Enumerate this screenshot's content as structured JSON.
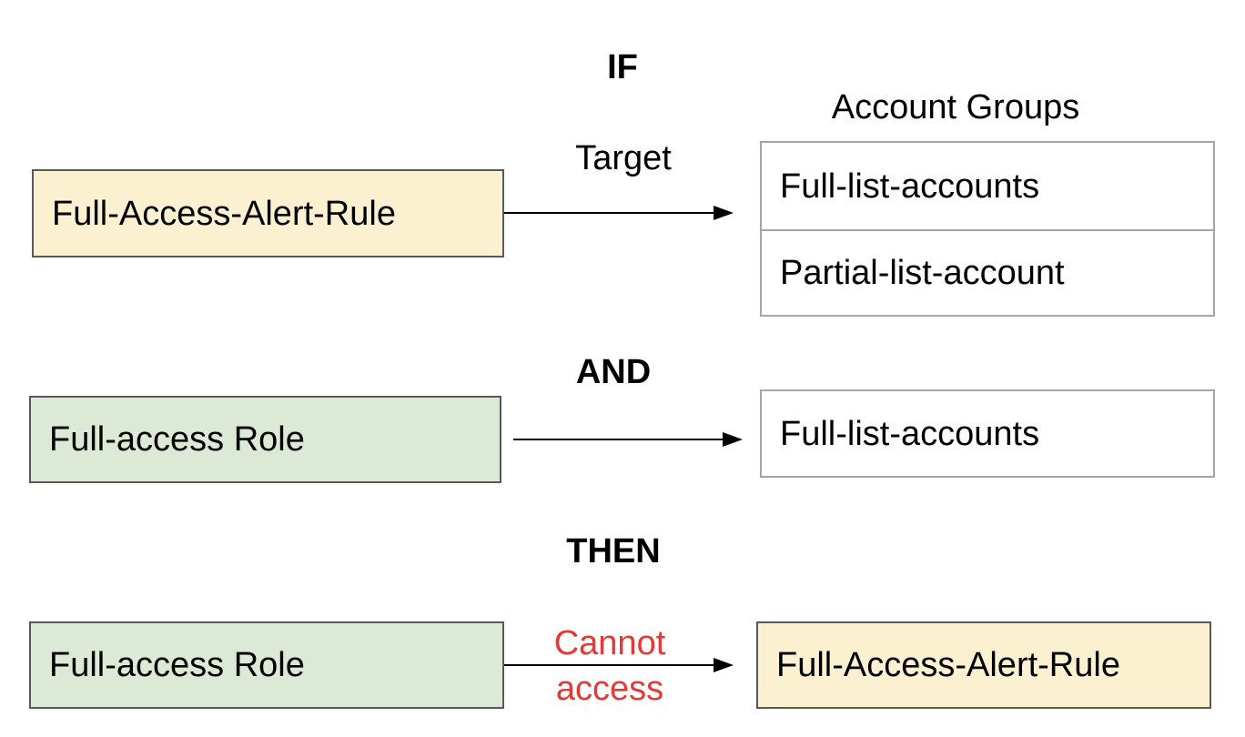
{
  "headings": {
    "if": "IF",
    "and": "AND",
    "then": "THEN"
  },
  "account_groups_title": "Account Groups",
  "row1": {
    "source": "Full-Access-Alert-Rule",
    "arrow_label": "Target",
    "targets": [
      "Full-list-accounts",
      "Partial-list-account"
    ]
  },
  "row2": {
    "source": "Full-access Role",
    "targets": [
      "Full-list-accounts"
    ]
  },
  "row3": {
    "source": "Full-access Role",
    "arrow_label_line1": "Cannot",
    "arrow_label_line2": "access",
    "target": "Full-Access-Alert-Rule"
  },
  "colors": {
    "rule_fill": "#fbf1d0",
    "role_fill": "#dce9d5",
    "cannot_access_text": "#e53935"
  }
}
